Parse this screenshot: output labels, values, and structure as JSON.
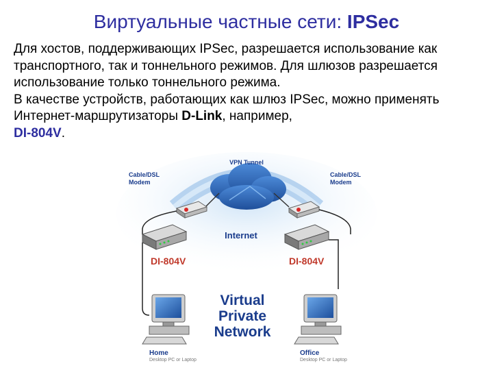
{
  "title": {
    "prefix": "Виртуальные частные сети: ",
    "emphasis": "IPSec"
  },
  "paragraph1": "Для хостов, поддерживающих IPSec, разрешается использование как транспортного, так и тоннельного режимов. Для шлюзов разрешается использование только тоннельного режима.",
  "paragraph2": {
    "text_before": "В качестве устройств, работающих как шлюз IPSec, можно применять Интернет-маршрутизаторы ",
    "brand": "D-Link",
    "text_middle": ", например,",
    "model": "DI-804V",
    "text_after": "."
  },
  "diagram": {
    "vpn_tunnel_label": "VPN Tunnel",
    "internet_label": "Internet",
    "left_modem_label_line1": "Cable/DSL",
    "left_modem_label_line2": "Modem",
    "right_modem_label_line1": "Cable/DSL",
    "right_modem_label_line2": "Modem",
    "left_router_label": "DI-804V",
    "right_router_label": "DI-804V",
    "vpn_line1": "Virtual",
    "vpn_line2": "Private",
    "vpn_line3": "Network",
    "home_label": "Home",
    "home_sublabel": "Desktop PC or Laptop",
    "office_label": "Office",
    "office_sublabel": "Desktop PC or Laptop"
  },
  "colors": {
    "title": "#2e2ea0",
    "diagram_label": "#1a3c8c",
    "router_label": "#c0392b",
    "cloud": "#2f6fbe",
    "arc": "#9fc5ea"
  }
}
